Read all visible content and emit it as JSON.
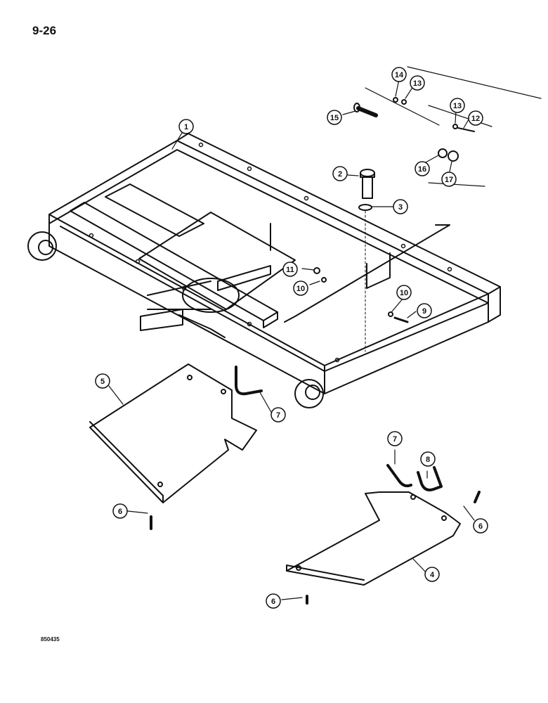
{
  "page_number": "9-26",
  "figure_code": "850435",
  "callouts": [
    {
      "label": "1"
    },
    {
      "label": "2"
    },
    {
      "label": "3"
    },
    {
      "label": "4"
    },
    {
      "label": "5"
    },
    {
      "label": "6"
    },
    {
      "label": "6"
    },
    {
      "label": "6"
    },
    {
      "label": "7"
    },
    {
      "label": "7"
    },
    {
      "label": "8"
    },
    {
      "label": "9"
    },
    {
      "label": "10"
    },
    {
      "label": "10"
    },
    {
      "label": "11"
    },
    {
      "label": "12"
    },
    {
      "label": "13"
    },
    {
      "label": "13"
    },
    {
      "label": "14"
    },
    {
      "label": "15"
    },
    {
      "label": "16"
    },
    {
      "label": "17"
    }
  ]
}
